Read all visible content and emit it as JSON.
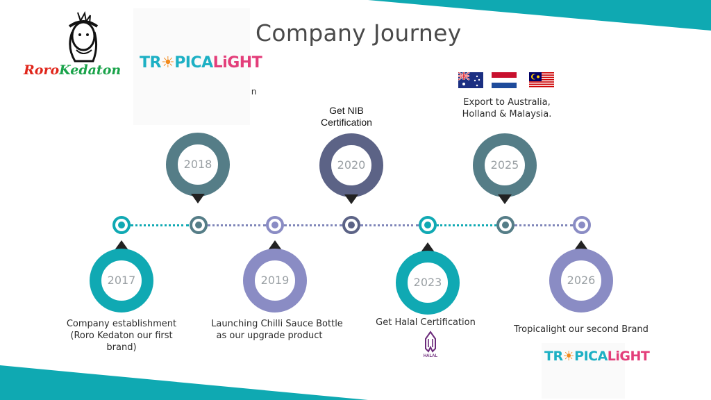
{
  "title": "Company Journey",
  "colors": {
    "teal": "#10a9b3",
    "slate": "#557d87",
    "navy": "#5c6386",
    "lavender": "#8a8cc4",
    "band": "#0fa9b2"
  },
  "logos": {
    "roro": {
      "part1": "Roro",
      "part2": "Kedaton"
    },
    "tropicalight": {
      "part1": "TR",
      "part2": "PICA",
      "part3": "LiGHT"
    }
  },
  "stray_text": "n",
  "milestones": [
    {
      "year": "2017",
      "caption": "Company establishment (Roro Kedaton our first brand)",
      "color": "teal",
      "position": "below"
    },
    {
      "year": "2018",
      "caption": "",
      "color": "slate",
      "position": "above"
    },
    {
      "year": "2019",
      "caption": "Launching Chilli Sauce Bottle as our upgrade product",
      "color": "lavender",
      "position": "below"
    },
    {
      "year": "2020",
      "caption": "Get NIB Certification",
      "color": "navy",
      "position": "above"
    },
    {
      "year": "2023",
      "caption": "Get Halal Certification",
      "color": "teal",
      "position": "below"
    },
    {
      "year": "2025",
      "caption": "Export to Australia, Holland & Malaysia.",
      "color": "slate",
      "position": "above"
    },
    {
      "year": "2026",
      "caption": "Tropicalight our second Brand",
      "color": "lavender",
      "position": "below"
    }
  ],
  "captions": {
    "c2017_l1": "Company establishment",
    "c2017_l2": "(Roro Kedaton our first",
    "c2017_l3": "brand)",
    "c2019_l1": "Launching Chilli Sauce Bottle",
    "c2019_l2": "as our upgrade product",
    "c2020_l1": "Get NIB",
    "c2020_l2": "Certification",
    "c2023_l1": "Get Halal Certification",
    "c2025_l1": "Export to Australia,",
    "c2025_l2": "Holland & Malaysia.",
    "c2026_l1": "Tropicalight our second Brand"
  },
  "flags": [
    "australia-flag",
    "netherlands-flag",
    "malaysia-flag"
  ],
  "halal_label": "HALAL"
}
